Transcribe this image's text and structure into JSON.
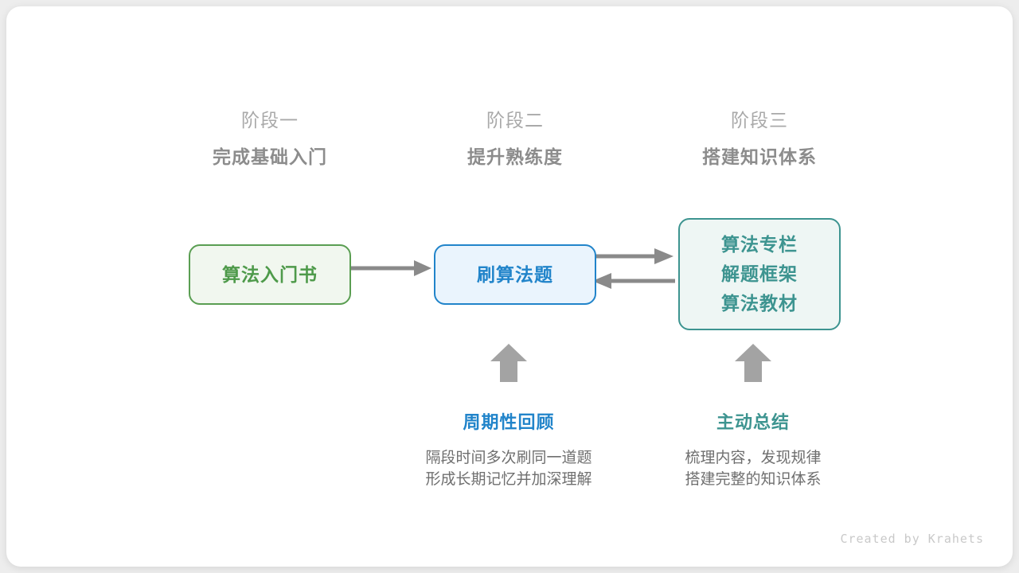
{
  "canvas": {
    "background": "#ededed",
    "card_background": "#ffffff"
  },
  "stages": [
    {
      "title": "阶段一",
      "subtitle": "完成基础入门"
    },
    {
      "title": "阶段二",
      "subtitle": "提升熟练度"
    },
    {
      "title": "阶段三",
      "subtitle": "搭建知识体系"
    }
  ],
  "nodes": [
    {
      "id": "book",
      "lines": [
        "算法入门书"
      ],
      "fill": "#f1f7ef",
      "border": "#5a9e52",
      "text_color": "#4e9a4a"
    },
    {
      "id": "practice",
      "lines": [
        "刷算法题"
      ],
      "fill": "#eaf4fd",
      "border": "#2184ca",
      "text_color": "#2184ca"
    },
    {
      "id": "resources",
      "lines": [
        "算法专栏",
        "解题框架",
        "算法教材"
      ],
      "fill": "#eef6f4",
      "border": "#3d9490",
      "text_color": "#3d9490"
    }
  ],
  "connectors": [
    {
      "name": "book-to-practice",
      "direction": "right",
      "color": "#8a8a8a"
    },
    {
      "name": "practice-to-resources",
      "direction": "right",
      "color": "#8a8a8a"
    },
    {
      "name": "resources-to-practice",
      "direction": "left",
      "color": "#8a8a8a"
    },
    {
      "name": "review-up-arrow",
      "direction": "up",
      "color": "#a3a3a3"
    },
    {
      "name": "summary-up-arrow",
      "direction": "up",
      "color": "#a3a3a3"
    }
  ],
  "notes": [
    {
      "id": "review",
      "title": "周期性回顾",
      "title_color": "#2184ca",
      "desc_line1": "隔段时间多次刷同一道题",
      "desc_line2": "形成长期记忆并加深理解"
    },
    {
      "id": "summary",
      "title": "主动总结",
      "title_color": "#3d9490",
      "desc_line1": "梳理内容，发现规律",
      "desc_line2": "搭建完整的知识体系"
    }
  ],
  "credit": "Created by Krahets"
}
